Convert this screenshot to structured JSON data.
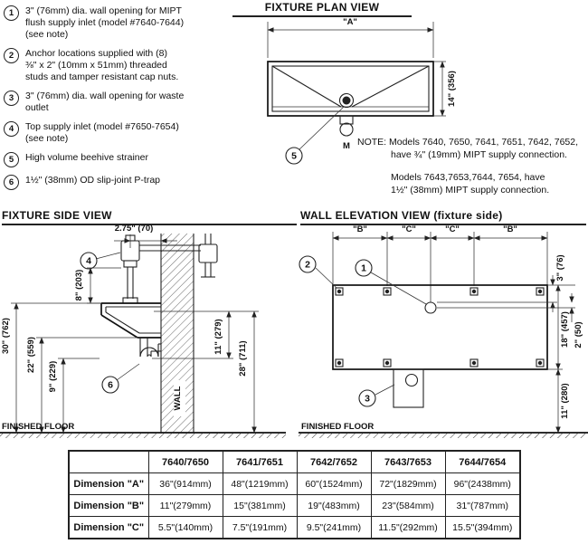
{
  "notes": {
    "items": [
      {
        "num": "1",
        "text": "3\" (76mm) dia. wall opening for MIPT\nflush supply inlet (model #7640-7644)\n(see note)"
      },
      {
        "num": "2",
        "text": "Anchor locations supplied with (8)\n⅜\" x 2\" (10mm x 51mm) threaded\nstuds and tamper resistant cap nuts."
      },
      {
        "num": "3",
        "text": "3\" (76mm) dia. wall opening for waste\noutlet"
      },
      {
        "num": "4",
        "text": "Top supply inlet (model #7650-7654)\n(see note)"
      },
      {
        "num": "5",
        "text": "High volume beehive strainer"
      },
      {
        "num": "6",
        "text": "1½\" (38mm) OD slip-joint P-trap"
      }
    ]
  },
  "plan_view": {
    "title": "FIXTURE PLAN VIEW",
    "dim_a": "\"A\"",
    "dim_depth": "14\" (356)",
    "callout_5": "5",
    "valve_label": "M",
    "note": {
      "line1": "NOTE:  Models 7640, 7650, 7641, 7651, 7642, 7652,",
      "line2": "have ¾\" (19mm) MIPT supply connection.",
      "line3": "Models 7643,7653,7644, 7654, have",
      "line4": "1½\" (38mm) MIPT supply connection."
    }
  },
  "side_view": {
    "title": "FIXTURE SIDE VIEW",
    "dim_setback": "2.75\" (70)",
    "dim_8": "8\" (203)",
    "dim_30": "30\" (762)",
    "dim_22": "22\" (559)",
    "dim_9": "9\" (229)",
    "dim_11": "11\" (279)",
    "dim_28": "28\" (711)",
    "wall_label": "WALL",
    "floor_label": "FINISHED FLOOR",
    "callout_4": "4",
    "callout_6": "6"
  },
  "elevation_view": {
    "title": "WALL ELEVATION VIEW (fixture side)",
    "dim_b_left": "\"B\"",
    "dim_c_left": "\"C\"",
    "dim_c_right": "\"C\"",
    "dim_b_right": "\"B\"",
    "dim_3": "3\" (76)",
    "dim_18": "18\" (457)",
    "dim_2": "2\" (50)",
    "dim_11": "11\" (280)",
    "floor_label": "FINISHED FLOOR",
    "callout_1": "1",
    "callout_2": "2",
    "callout_3": "3"
  },
  "table": {
    "corner": "",
    "col_headers": [
      "7640/7650",
      "7641/7651",
      "7642/7652",
      "7643/7653",
      "7644/7654"
    ],
    "rows": [
      {
        "label": "Dimension \"A\"",
        "values": [
          "36\"(914mm)",
          "48\"(1219mm)",
          "60\"(1524mm)",
          "72\"(1829mm)",
          "96\"(2438mm)"
        ]
      },
      {
        "label": "Dimension \"B\"",
        "values": [
          "11\"(279mm)",
          "15\"(381mm)",
          "19\"(483mm)",
          "23\"(584mm)",
          "31\"(787mm)"
        ]
      },
      {
        "label": "Dimension \"C\"",
        "values": [
          "5.5\"(140mm)",
          "7.5\"(191mm)",
          "9.5\"(241mm)",
          "11.5\"(292mm)",
          "15.5\"(394mm)"
        ]
      }
    ]
  }
}
